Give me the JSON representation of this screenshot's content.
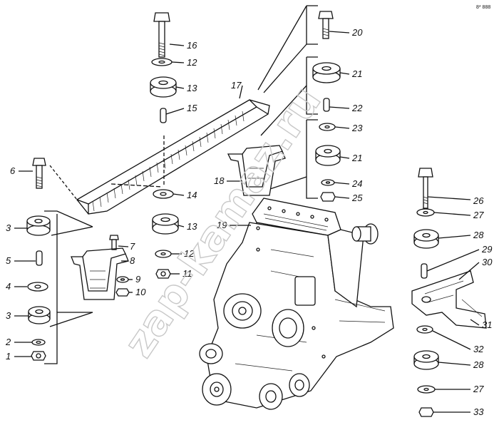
{
  "corner_code": "8* 888",
  "watermark": "zap-kamaz.ru",
  "labels": {
    "l1": "1",
    "l2": "2",
    "l3a": "3",
    "l3b": "3",
    "l4": "4",
    "l5": "5",
    "l6": "6",
    "l7": "7",
    "l8": "8",
    "l9": "9",
    "l10": "10",
    "l11": "11",
    "l12a": "12",
    "l12b": "12",
    "l13a": "13",
    "l13b": "13",
    "l14": "14",
    "l15": "15",
    "l16": "16",
    "l17": "17",
    "l18": "18",
    "l19": "19",
    "l20": "20",
    "l21a": "21",
    "l21b": "21",
    "l22": "22",
    "l23": "23",
    "l24": "24",
    "l25": "25",
    "l26": "26",
    "l27a": "27",
    "l27b": "27",
    "l28a": "28",
    "l28b": "28",
    "l29": "29",
    "l30": "30",
    "l31": "31",
    "l32": "32",
    "l33": "33"
  },
  "icons": {
    "bolt": "bolt-icon",
    "washer": "washer-icon",
    "cushion": "rubber-cushion-icon",
    "nut": "nut-icon",
    "pin": "pin-icon",
    "bracket": "bracket-icon",
    "gearbox": "transfer-case-icon"
  }
}
